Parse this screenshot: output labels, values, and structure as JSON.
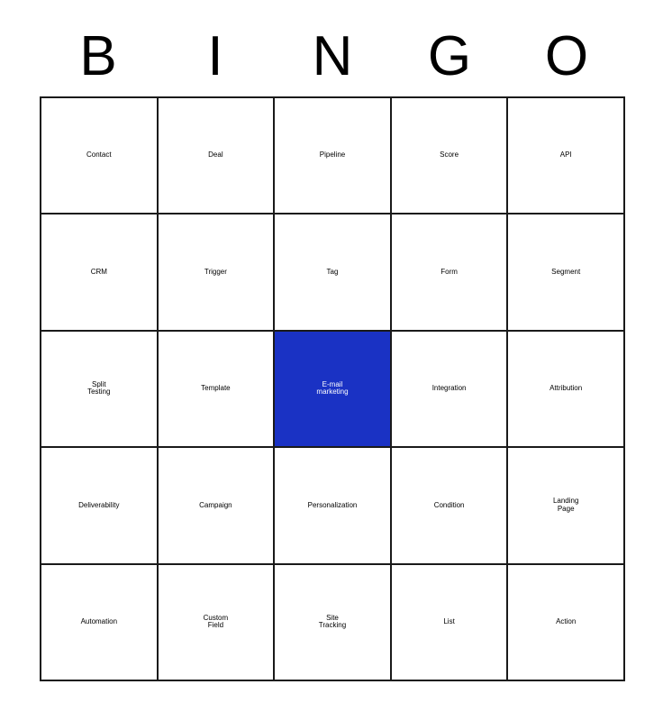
{
  "card": {
    "header_letters": [
      "B",
      "I",
      "N",
      "G",
      "O"
    ],
    "marked_color": "#1a32c4",
    "marked_text_color": "#ffffff",
    "grid_line_color": "#1a1a1a",
    "background_color": "#ffffff",
    "rows": 5,
    "columns": 5,
    "cells": [
      {
        "label": "Contact",
        "size": "sm",
        "marked": false
      },
      {
        "label": "Deal",
        "size": "xxl",
        "marked": false
      },
      {
        "label": "Pipeline",
        "size": "md",
        "marked": false
      },
      {
        "label": "Score",
        "size": "xl",
        "marked": false
      },
      {
        "label": "API",
        "size": "xxl",
        "marked": false
      },
      {
        "label": "CRM",
        "size": "xxl",
        "marked": false
      },
      {
        "label": "Trigger",
        "size": "lg",
        "marked": false
      },
      {
        "label": "Tag",
        "size": "xxl",
        "marked": false
      },
      {
        "label": "Form",
        "size": "xl",
        "marked": false
      },
      {
        "label": "Segment",
        "size": "sm",
        "marked": false
      },
      {
        "label": "Split\nTesting",
        "size": "lg",
        "marked": false
      },
      {
        "label": "Template",
        "size": "md",
        "marked": false
      },
      {
        "label": "E-mail\nmarketing",
        "size": "xs",
        "marked": true
      },
      {
        "label": "Integration",
        "size": "xs",
        "marked": false
      },
      {
        "label": "Attribution",
        "size": "xs",
        "marked": false
      },
      {
        "label": "Deliverability",
        "size": "xxs",
        "marked": false
      },
      {
        "label": "Campaign",
        "size": "md",
        "marked": false
      },
      {
        "label": "Personalization",
        "size": "tiny",
        "marked": false
      },
      {
        "label": "Condition",
        "size": "md",
        "marked": false
      },
      {
        "label": "Landing\nPage",
        "size": "lg",
        "marked": false
      },
      {
        "label": "Automation",
        "size": "xxs",
        "marked": false
      },
      {
        "label": "Custom\nField",
        "size": "lg",
        "marked": false
      },
      {
        "label": "Site\nTracking",
        "size": "md",
        "marked": false
      },
      {
        "label": "List",
        "size": "xxl",
        "marked": false
      },
      {
        "label": "Action",
        "size": "xl",
        "marked": false
      }
    ]
  }
}
